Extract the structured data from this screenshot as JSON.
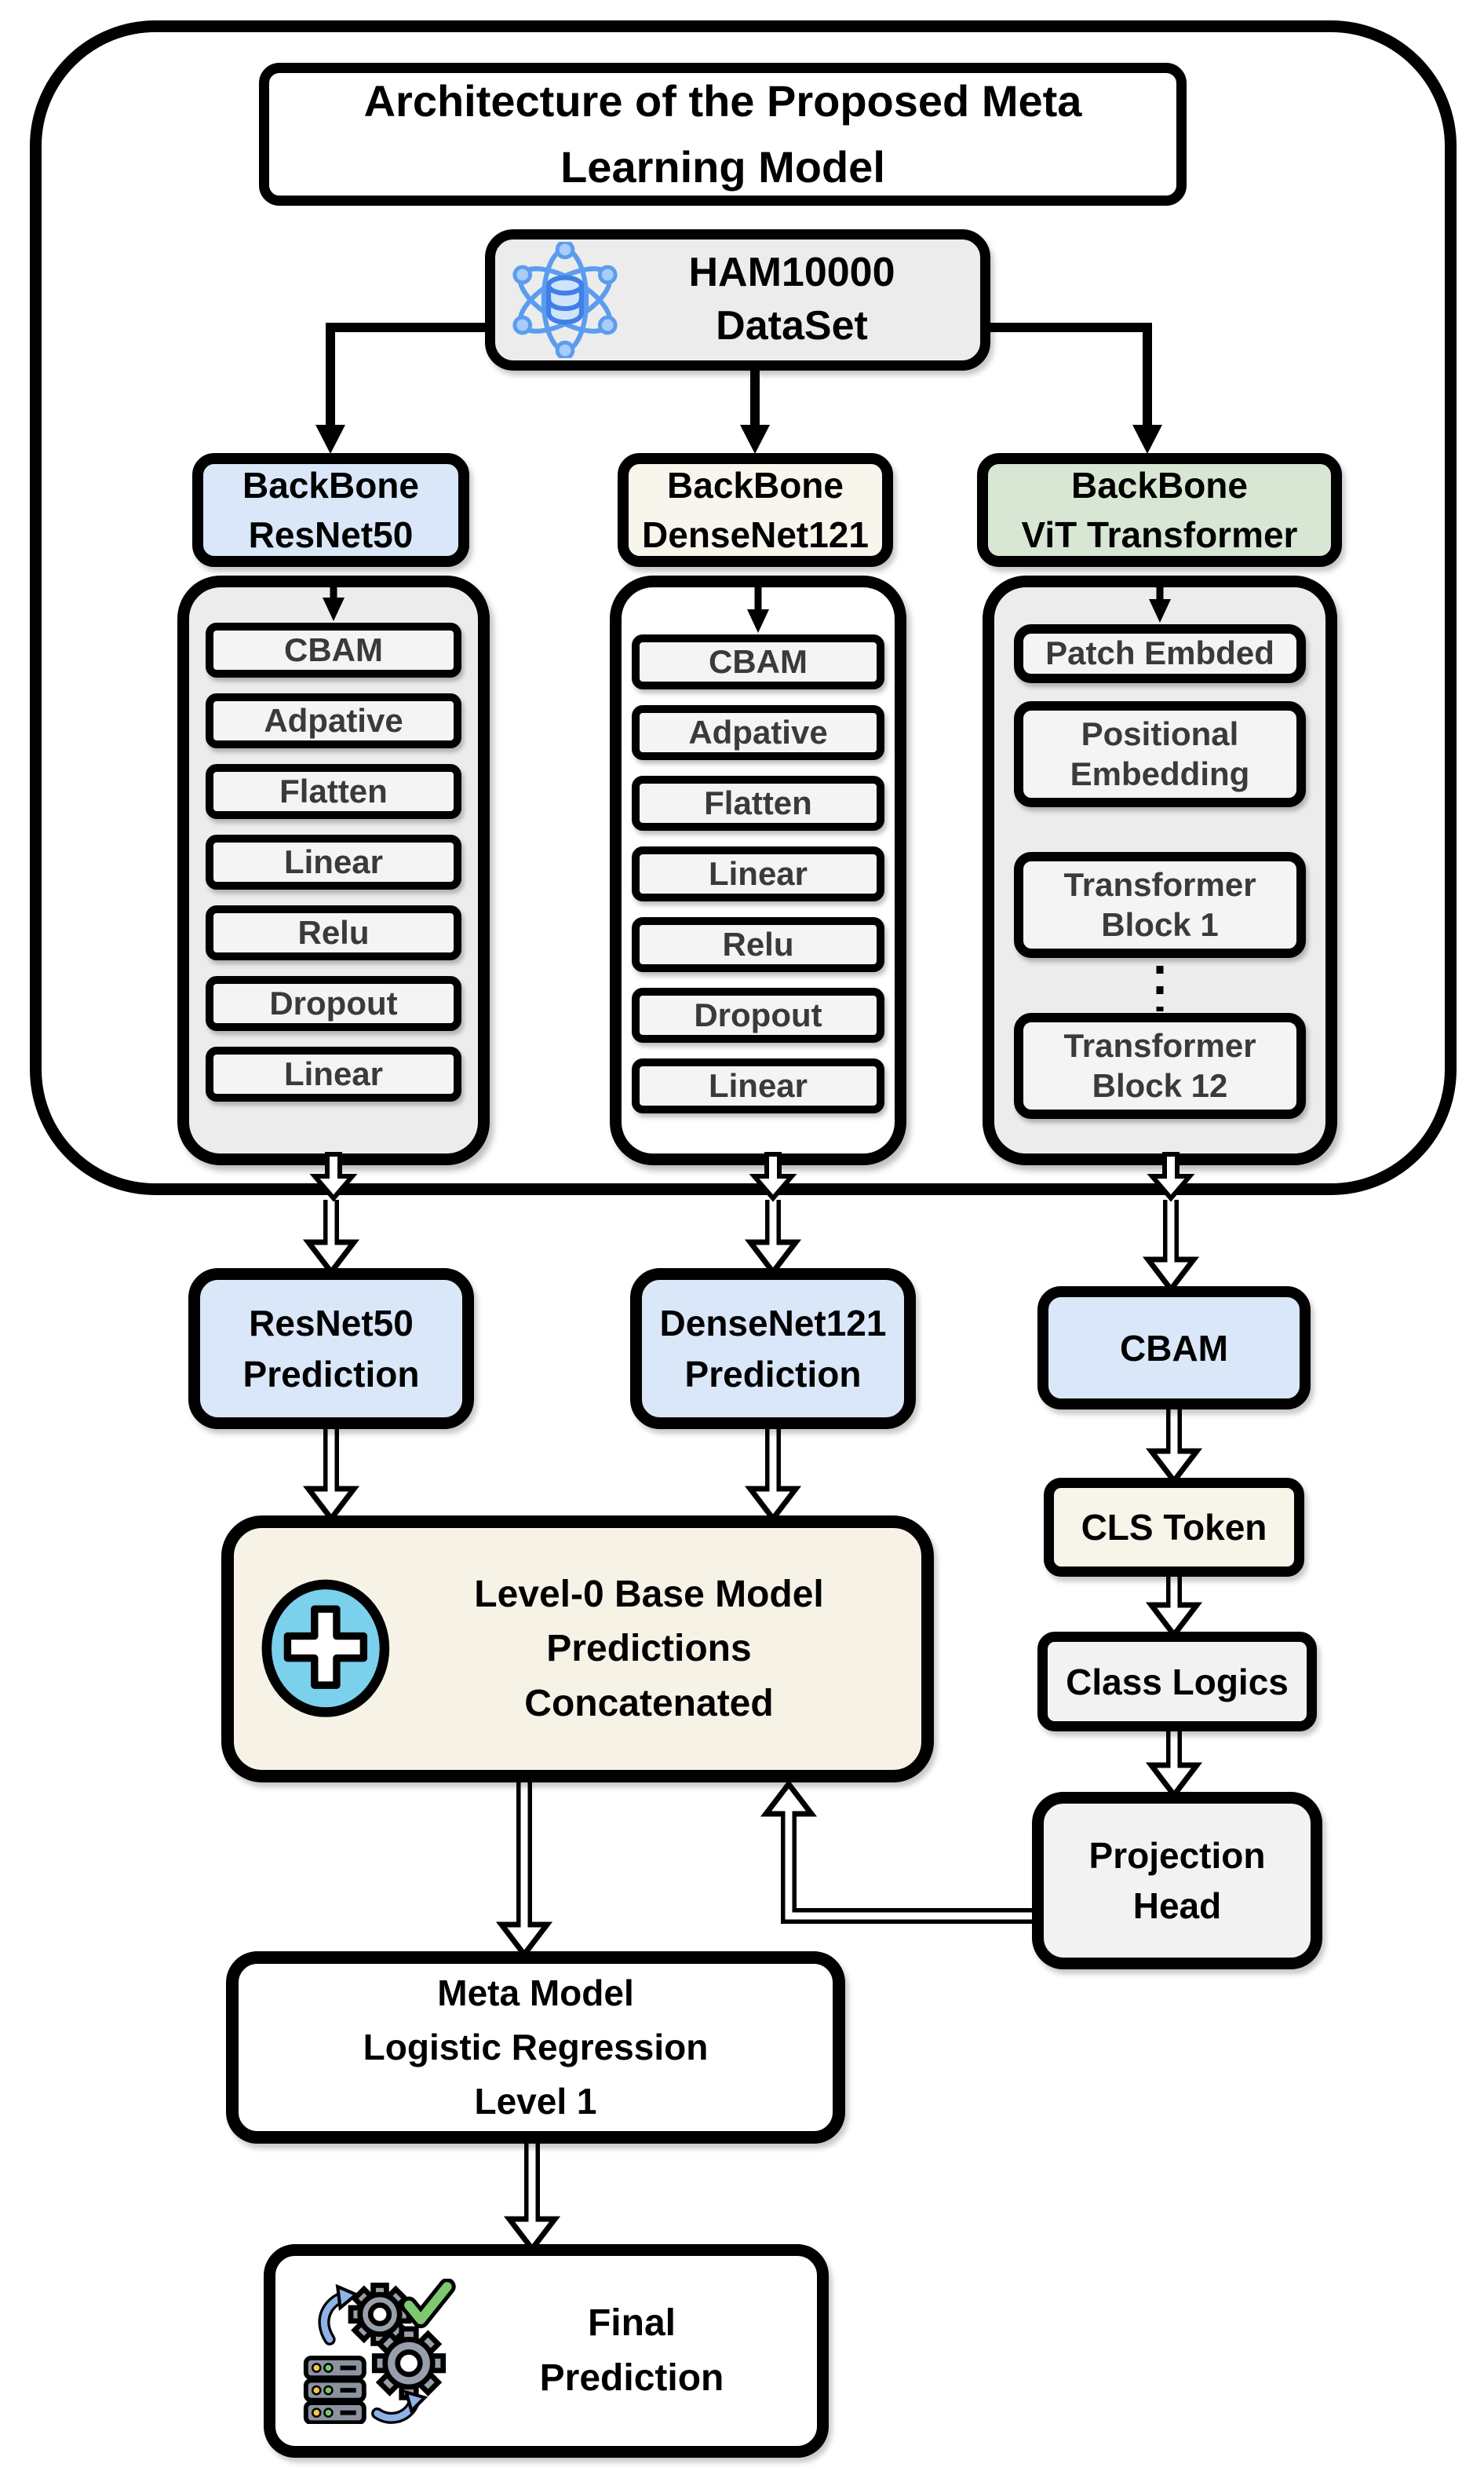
{
  "diagram": {
    "title": "Architecture of the Proposed Meta\nLearning Model",
    "dataset": {
      "label": "HAM10000\nDataSet",
      "icon": "atom-network-icon"
    },
    "columns": {
      "resnet": {
        "backbone": "BackBone\nResNet50",
        "layers": [
          "CBAM",
          "Adpative",
          "Flatten",
          "Linear",
          "Relu",
          "Dropout",
          "Linear"
        ],
        "prediction": "ResNet50\nPrediction"
      },
      "densenet": {
        "backbone": "BackBone\nDenseNet121",
        "layers": [
          "CBAM",
          "Adpative",
          "Flatten",
          "Linear",
          "Relu",
          "Dropout",
          "Linear"
        ],
        "prediction": "DenseNet121\nPrediction"
      },
      "vit": {
        "backbone": "BackBone\nViT Transformer",
        "layers": [
          "Patch Embded",
          "Positional\nEmbedding",
          "Transformer\nBlock 1",
          "Transformer\nBlock 12"
        ],
        "cbam": "CBAM",
        "cls_token": "CLS Token",
        "class_logics": "Class Logics",
        "projection_head": "Projection\nHead"
      }
    },
    "fusion": {
      "label": "Level-0 Base Model\nPredictions\nConcatenated",
      "icon": "plus-circle-icon"
    },
    "meta_model": {
      "label": "Meta Model\nLogistic Regression\nLevel 1"
    },
    "final": {
      "label": "Final\nPrediction",
      "icon": "gears-check-icon"
    },
    "colors": {
      "light_blue": "#d9e7f8",
      "cream": "#f8f5ec",
      "light_green": "#d8e7d4",
      "panel_gray": "#ececec",
      "layer_gray": "#f4f4f4",
      "fusion_cream": "#f6f2e6",
      "soft_gray": "#f2f2f2",
      "icon_blue": "#5b9cf0",
      "plus_cyan": "#7bd0ec",
      "check_green": "#7ec96f",
      "outline": "#000000"
    }
  }
}
